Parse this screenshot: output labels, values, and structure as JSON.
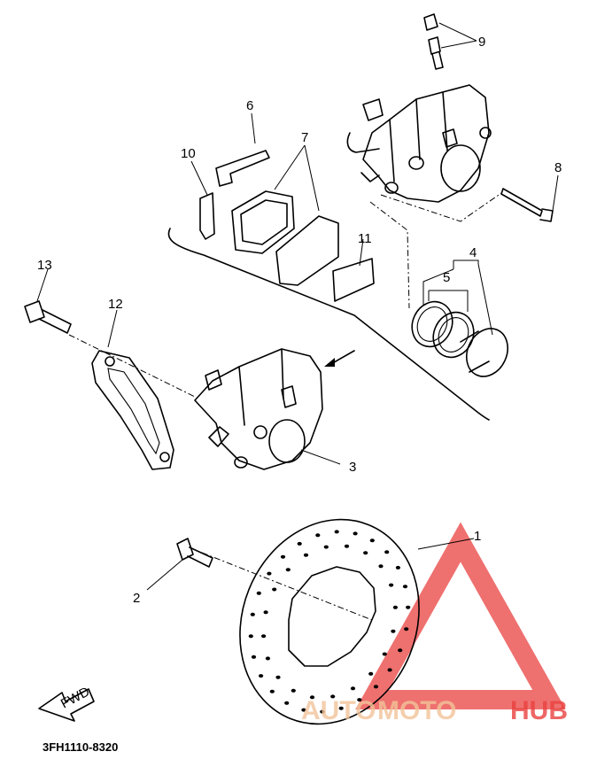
{
  "diagram_code": "3FH1110-8320",
  "front_marker": "FWD",
  "watermark": {
    "part1": "AUTO",
    "part2": "MOTO",
    "part3": "HUB",
    "color_light": "#f2c49a",
    "color_red": "#e9413f"
  },
  "callouts": [
    "1",
    "2",
    "3",
    "4",
    "5",
    "6",
    "7",
    "8",
    "9",
    "10",
    "11",
    "12",
    "13"
  ]
}
